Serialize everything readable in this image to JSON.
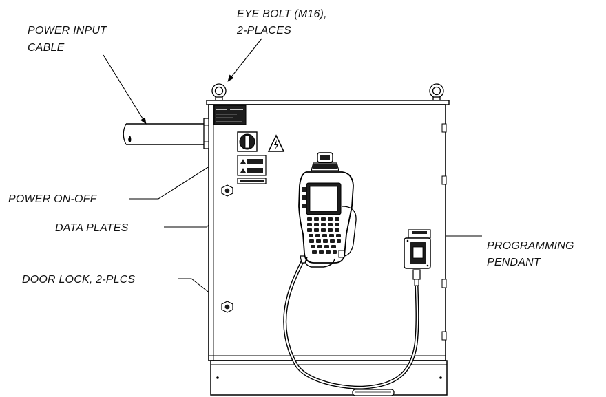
{
  "labels": {
    "power_input_cable": [
      "POWER INPUT",
      "CABLE"
    ],
    "eye_bolt": [
      "EYE BOLT (M16),",
      "2-PLACES"
    ],
    "power_on_off": "POWER ON-OFF",
    "data_plates": "DATA PLATES",
    "programming_pendant": [
      "PROGRAMMING",
      "PENDANT"
    ],
    "door_lock": "DOOR LOCK, 2-PLCS"
  },
  "colors": {
    "line": "#000000",
    "plate_fill": "#1d1d1d",
    "background": "#ffffff"
  }
}
